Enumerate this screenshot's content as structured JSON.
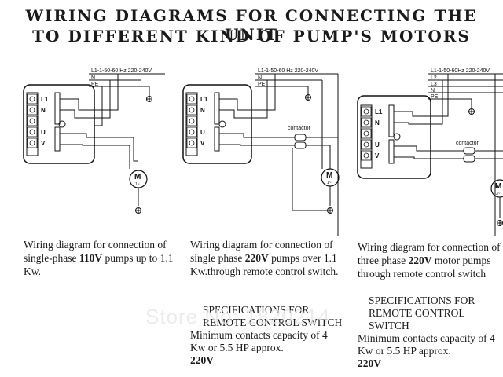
{
  "title_line1": "WIRING DIAGRAMS FOR CONNECTING THE UNIT",
  "title_line2": "TO DIFFERENT KIND OF PUMP'S MOTORS",
  "diagrams": [
    {
      "supply": "L1-1-50-60  Hz  220-240V",
      "lines": [
        "N",
        "PE"
      ],
      "terminals": [
        "L1",
        "N",
        "",
        "U",
        "V"
      ],
      "motor": "M",
      "motor_sub": "1~",
      "caption_pre": "Wiring diagram for connection of single-phase ",
      "caption_bold": "110V",
      "caption_post": " pumps up to 1.1 Kw."
    },
    {
      "supply": "L1-1-50-60  Hz  220-240V",
      "lines": [
        "N",
        "PE"
      ],
      "terminals": [
        "L1",
        "N",
        "",
        "U",
        "V"
      ],
      "contactor": "contactor",
      "motor": "M",
      "motor_sub": "1~",
      "caption_pre": "Wiring diagram for connection of single phase ",
      "caption_bold": "220V",
      "caption_post": " pumps over 1.1 Kw.through remote control switch.",
      "spec_title": "SPECIFICATIONS FOR REMOTE CONTROL SWITCH",
      "spec_text": "Minimum contacts capacity of 4 Kw or 5.5 HP approx.",
      "spec_voltage": "220V"
    },
    {
      "supply": "L1-1-50-60Hz  220-240V",
      "lines": [
        "L2",
        "L3",
        "N",
        "PE"
      ],
      "terminals": [
        "L1",
        "N",
        "",
        "U",
        "V"
      ],
      "contactor": "contactor",
      "motor": "M",
      "motor_sub": "3~",
      "caption_pre": "Wiring diagram for connection of three phase ",
      "caption_bold": "220V",
      "caption_post": " motor pumps through remote control switch",
      "spec_title": "SPECIFICATIONS FOR REMOTE CONTROL SWITCH",
      "spec_text": "Minimum contacts capacity of 4 Kw or 5.5 HP approx.",
      "spec_voltage": "220V"
    }
  ],
  "watermark": "Store No: 1820214"
}
